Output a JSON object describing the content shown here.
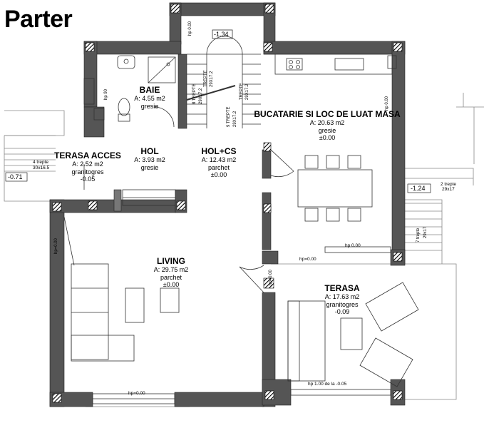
{
  "title": "Parter",
  "rooms": {
    "baie": {
      "name": "BAIE",
      "area": "A: 4.55 m2",
      "material": "gresie"
    },
    "hol": {
      "name": "HOL",
      "area": "A: 3.93 m2",
      "material": "gresie"
    },
    "holcs": {
      "name": "HOL+CS",
      "area": "A: 12.43 m2",
      "material": "parchet",
      "level": "±0.00"
    },
    "bucatarie": {
      "name": "BUCATARIE SI LOC DE LUAT MASA",
      "area": "A: 20.63 m2",
      "material": "gresie",
      "level": "±0.00"
    },
    "terasa_acces": {
      "name": "TERASA ACCES",
      "area": "A: 2.52 m2",
      "material": "granitogres",
      "level": "-0.05"
    },
    "living": {
      "name": "LIVING",
      "area": "A: 29.75 m2",
      "material": "parchet",
      "level": "±0.00"
    },
    "terasa": {
      "name": "TERASA",
      "area": "A: 17.63 m2",
      "material": "granitogres",
      "level": "-0.09"
    }
  },
  "levels": {
    "stair_top": "-1.34",
    "left": "-0.71",
    "right": "-1.24"
  },
  "stairs": {
    "left_steps": "4 trepte",
    "left_size": "30x16.5",
    "right_top_steps": "2 trepte",
    "right_top_size": "29x17",
    "right_steps": "7 trepte",
    "right_size": "29x17",
    "s8": "8 TREPTE",
    "s8_size": "29X17.2",
    "s9": "9 TREPTE",
    "s9_size": "29X17.2",
    "tr_a": "TREPTE",
    "tr_a_size": "29X17.2",
    "tr_b": "TREPTE",
    "tr_b_size": "29X17.2"
  },
  "hp_labels": {
    "stair_top": "hp 0.00",
    "bath": "hp 90",
    "kitchen_window": "hp 0.00",
    "kitchen_right": "hp 0.00",
    "kitchen_door": "hp=0.00",
    "living_left": "hp=0.00",
    "terasa_left": "hp=0.00",
    "living_bottom": "hp=0.00",
    "terasa_bottom": "hp 1.00 de la -0.05"
  }
}
